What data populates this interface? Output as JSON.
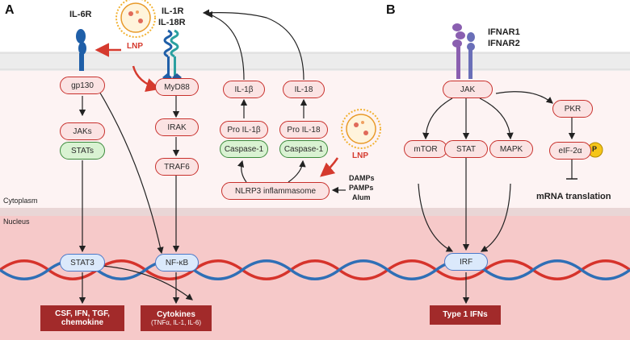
{
  "panel_a": {
    "letter": "A",
    "receptor_il6r": "IL-6R",
    "receptor_il1r": "IL-1R",
    "receptor_il18r": "IL-18R",
    "lnp_label_1": "LNP",
    "lnp_label_2": "LNP",
    "compartment_cytoplasm": "Cytoplasm",
    "compartment_nucleus": "Nucleus",
    "gp130": "gp130",
    "jaks": "JAKs",
    "stats": "STATs",
    "stat3": "STAT3",
    "myd88": "MyD88",
    "irak": "IRAK",
    "traf6": "TRAF6",
    "nfkb": "NF-κB",
    "il1b": "IL-1β",
    "il18": "IL-18",
    "pro_il1b": "Pro IL-1β",
    "pro_il18": "Pro IL-18",
    "caspase1_a": "Caspase-1",
    "caspase1_b": "Caspase-1",
    "nlrp3": "NLRP3 inflammasome",
    "damps": "DAMPs",
    "pamps": "PAMPs",
    "alum": "Alum",
    "output_csf": "CSF, IFN, TGF,",
    "output_chemokine": "chemokine",
    "output_cytokines": "Cytokines",
    "output_cytokines_sub": "(TNFα, IL-1, IL-6)"
  },
  "panel_b": {
    "letter": "B",
    "receptor_ifnar1": "IFNAR1",
    "receptor_ifnar2": "IFNAR2",
    "jak": "JAK",
    "mtor": "mTOR",
    "stat": "STAT",
    "mapk": "MAPK",
    "pkr": "PKR",
    "eif2a": "eIF-2α",
    "phospho": "P",
    "mrna_translation": "mRNA translation",
    "irf": "IRF",
    "output_type1": "Type 1 IFNs"
  },
  "colors": {
    "membrane": "#ececec",
    "cytoplasm_bg": "#fdf3f3",
    "nucleus_bg": "#f6c9c9",
    "node_border": "#c8302c",
    "node_fill": "#fbe3e3",
    "caspase_fill": "#d9f2d2",
    "tf_fill": "#dbe9fb",
    "output_fill": "#a22a2a",
    "lnp_arrow": "#d53a2e",
    "dna_red": "#d6332b",
    "dna_blue": "#2f6fb6",
    "receptor_blue": "#1f5fa8",
    "receptor_purple": "#8a5fb0"
  },
  "icons": {
    "lnp": "lipid-nanoparticle-icon",
    "phospho": "phosphate-badge-icon"
  }
}
